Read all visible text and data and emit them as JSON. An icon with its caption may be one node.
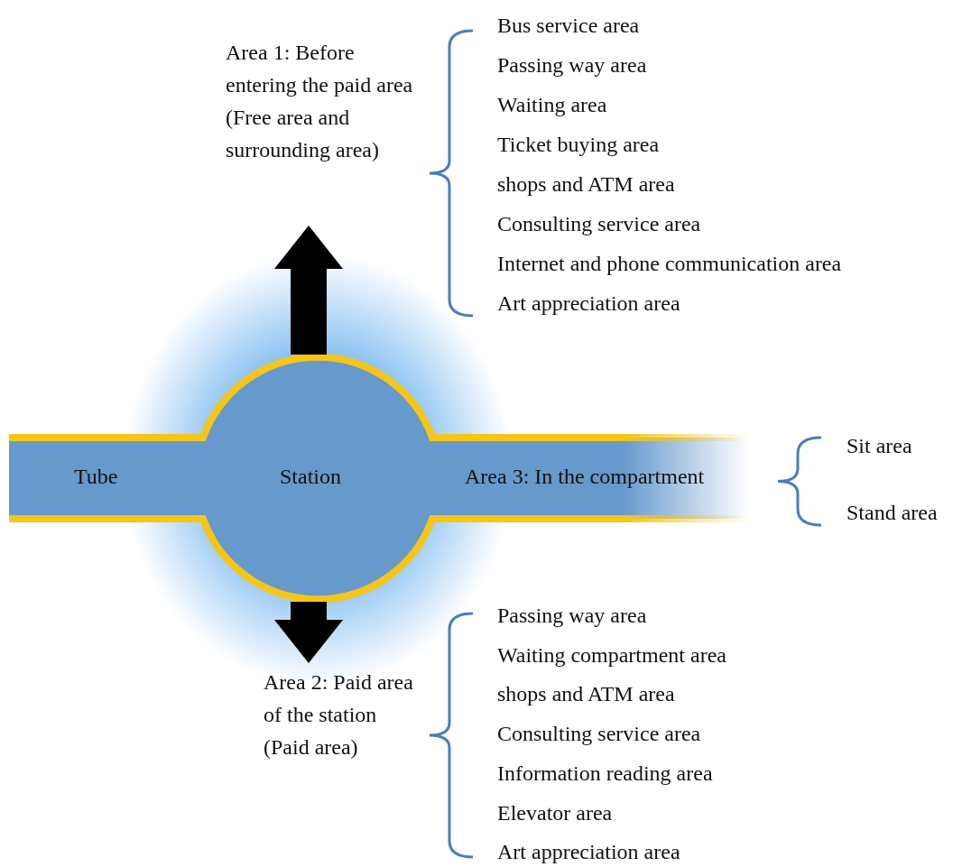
{
  "diagram": {
    "nodes": [
      {
        "text": [
          "Tube",
          "Station",
          "Area 3: In the compartment"
        ]
      },
      {
        "text": [
          "Area 1: Before entering the paid area (Free area and surrounding area)"
        ]
      },
      {
        "text": [
          "Area 2: Paid area of the station (Paid area)"
        ]
      }
    ],
    "edges": [
      {
        "from": 0,
        "to": 1,
        "arrow": "to",
        "style": "thick"
      },
      {
        "from": 0,
        "to": 2,
        "arrow": "to",
        "style": "thick"
      }
    ],
    "labels": [
      "Bus service area",
      "Passing way area",
      "Waiting area",
      "Ticket buying area",
      "shops and ATM area",
      "Consulting service area",
      "Internet and phone communication area",
      "Art appreciation area",
      "Sit area",
      "Stand area",
      "Passing way area",
      "Waiting compartment area",
      "shops and ATM area",
      "Consulting service area",
      "Information reading area",
      "Elevator area",
      "Art appreciation area"
    ]
  }
}
